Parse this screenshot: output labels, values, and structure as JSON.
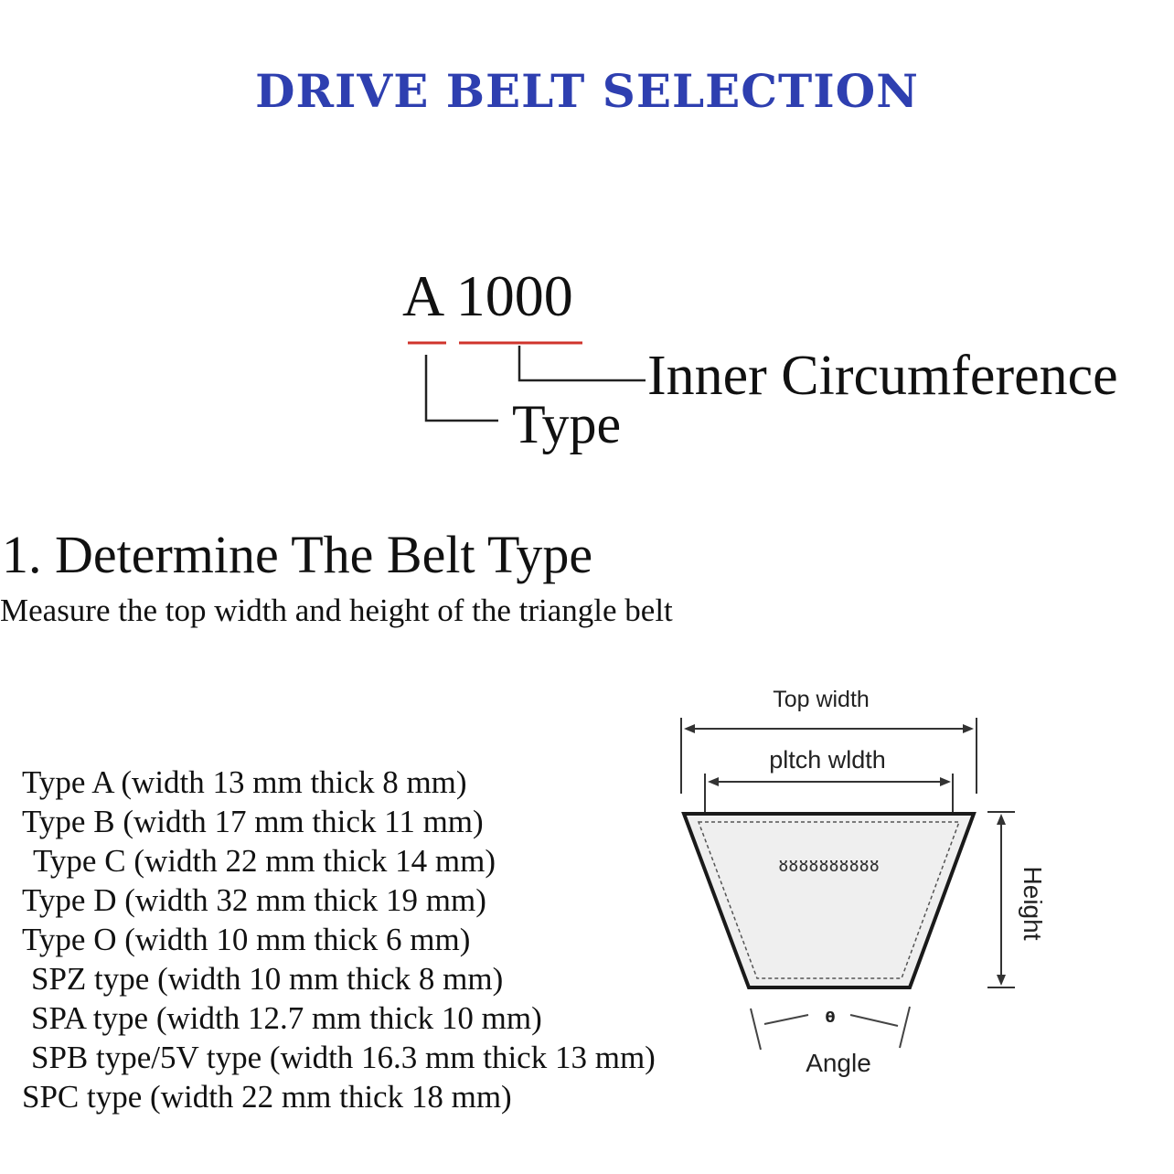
{
  "title": "DRIVE BELT SELECTION",
  "code": "A 1000",
  "labels": {
    "inner": "Inner Circumference",
    "type": "Type"
  },
  "section": {
    "heading": "1. Determine The Belt Type",
    "subheading": "Measure the top width and height of the triangle belt"
  },
  "types": [
    "Type A (width 13 mm thick 8 mm)",
    "Type B (width 17 mm thick 11 mm)",
    "Type C (width 22 mm thick 14 mm)",
    "Type D (width 32 mm thick 19 mm)",
    "Type O (width 10 mm thick 6 mm)",
    "SPZ type (width 10 mm thick 8 mm)",
    "SPA type (width 12.7 mm thick 10 mm)",
    "SPB type/5V type (width 16.3 mm thick 13 mm)",
    "SPC type (width 22 mm thick 18 mm)"
  ],
  "figure": {
    "top_width": "Top width",
    "pitch_width": "pltch wldth",
    "height": "Height",
    "theta": "θ",
    "angle": "Angle",
    "cords": "ᴕᴕᴕᴕᴕᴕᴕᴕᴕᴕ"
  },
  "colors": {
    "title": "#2e3fb0",
    "underline": "#d0342c"
  }
}
